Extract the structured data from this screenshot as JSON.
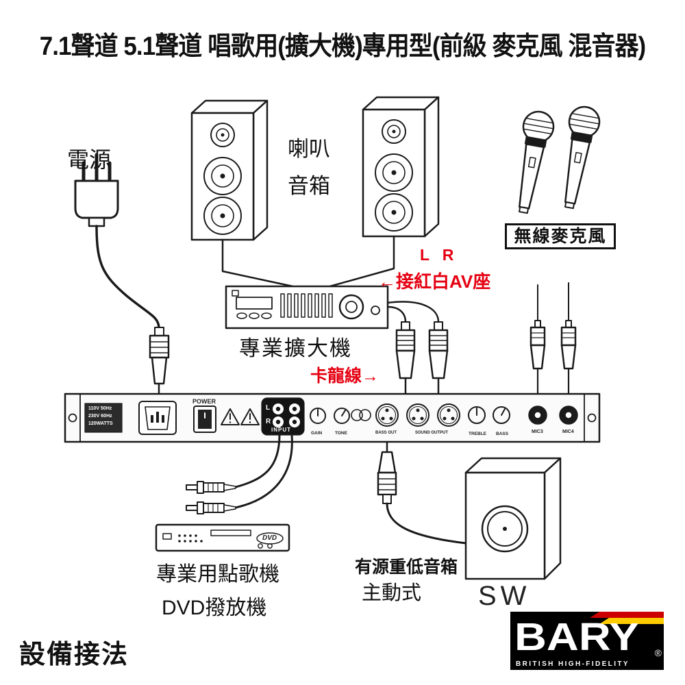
{
  "title": "7.1聲道 5.1聲道 唱歌用(擴大機)專用型(前級 麥克風 混音器)",
  "colors": {
    "annotation_red": "#e50011",
    "ink": "#1a1a1a",
    "logo_red": "#cc0000",
    "logo_yellow": "#ffcc00"
  },
  "diagram": {
    "power_label": "電源",
    "speaker_label_line1": "喇叭",
    "speaker_label_line2": "音箱",
    "wireless_mic_label": "無線麥克風",
    "lr_label": "L   R",
    "av_jack_label": "←接紅白AV座",
    "amplifier_label": "專業擴大機",
    "xlr_cable_label": "卡龍線→",
    "song_machine_label": "專業用點歌機",
    "dvd_player_label": "DVD撥放機",
    "subwoofer_label": "有源重低音箱",
    "subwoofer_type_label": "主動式",
    "sw_label": "SW",
    "setup_label": "設備接法"
  },
  "rear_panel": {
    "voltage_line1": "110V 50Hz",
    "voltage_line2": "230V 60Hz",
    "voltage_line3": "120WATTS",
    "power_switch_label": "POWER",
    "input_left_label": "L",
    "input_right_label": "R",
    "input_label": "INPUT",
    "gain_label": "GAIN",
    "tone_label": "TONE",
    "bass_out_label": "BASS OUT",
    "sound_output_label": "SOUND OUTPUT",
    "treble_label": "TREBLE",
    "bass_label": "BASS",
    "mic3_label": "MIC3",
    "mic4_label": "MIC4"
  },
  "dvd": {
    "logo": "DVD"
  },
  "logo": {
    "brand": "BARY",
    "registered": "®",
    "tagline": "BRITISH HIGH-FIDELITY"
  }
}
